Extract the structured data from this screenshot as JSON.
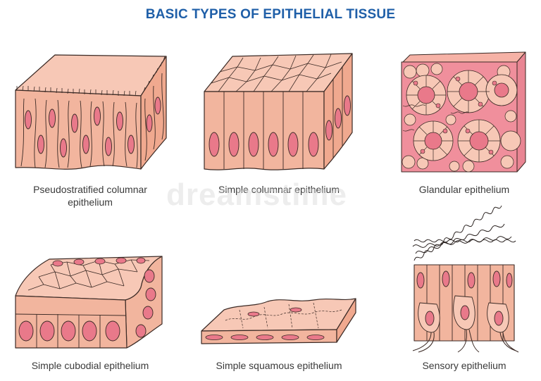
{
  "title": "BASIC TYPES OF EPITHELIAL TISSUE",
  "colors": {
    "title": "#1f5fa8",
    "cell_fill": "#f2b59e",
    "cell_fill_light": "#f6c7b3",
    "top_fill": "#f7c8b6",
    "nucleus": "#e9798a",
    "outline": "#3b2a25",
    "gland_bg": "#f08f9c"
  },
  "tissues": [
    {
      "id": "pseudostratified",
      "label_line1": "Pseudostratified columnar",
      "label_line2": "epithelium"
    },
    {
      "id": "simple-columnar",
      "label_line1": "Simple columnar epithelium"
    },
    {
      "id": "glandular",
      "label_line1": "Glandular epithelium"
    },
    {
      "id": "simple-cuboidal",
      "label_line1": "Simple cubodial epithelium"
    },
    {
      "id": "simple-squamous",
      "label_line1": "Simple squamous epithelium"
    },
    {
      "id": "sensory",
      "label_line1": "Sensory epithelium"
    }
  ],
  "watermark": "dreamstime"
}
